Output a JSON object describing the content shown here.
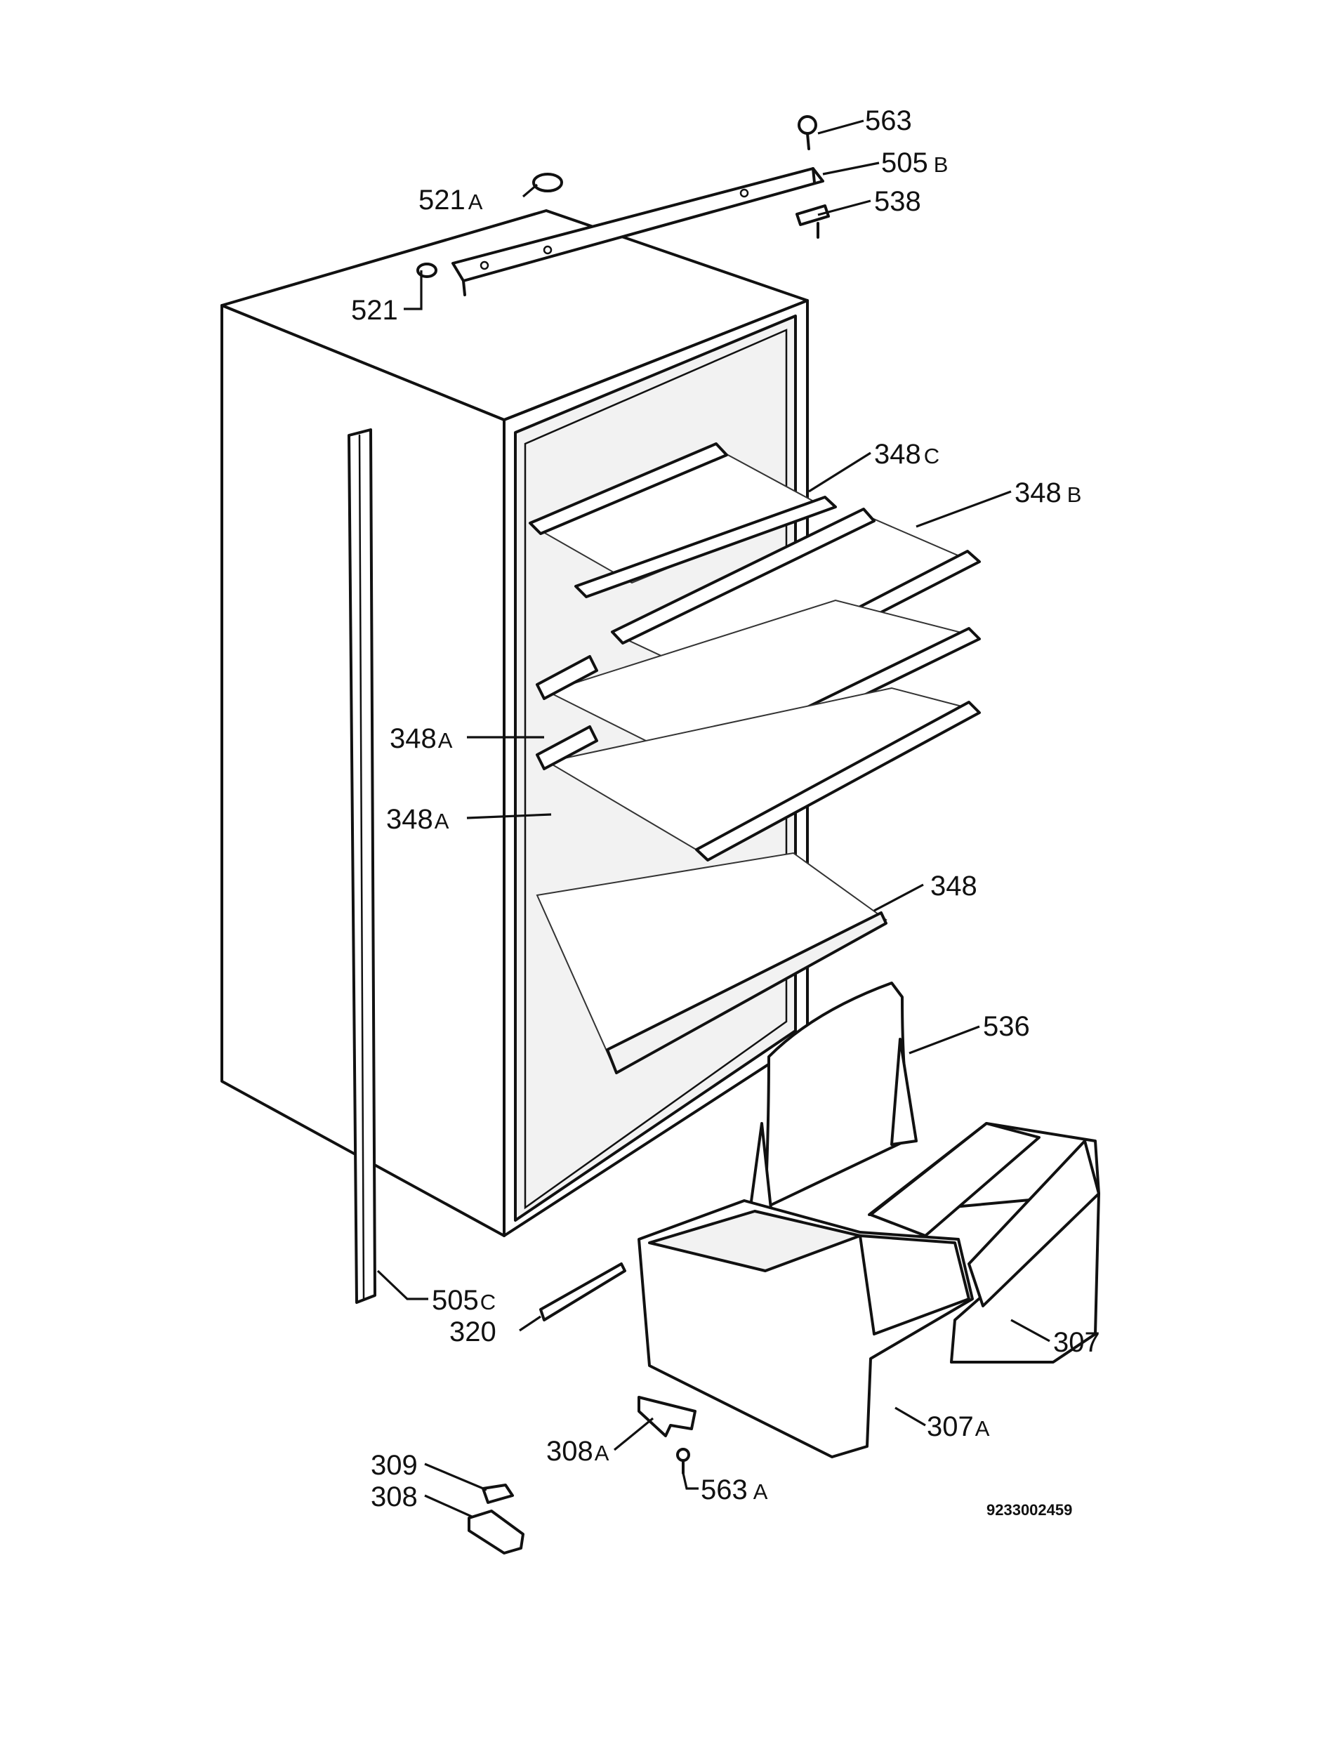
{
  "labels": {
    "p563": {
      "num": "563",
      "suffix": ""
    },
    "p505b": {
      "num": "505",
      "suffix": "B"
    },
    "p538": {
      "num": "538",
      "suffix": ""
    },
    "p521a": {
      "num": "521",
      "suffix": "A"
    },
    "p521": {
      "num": "521",
      "suffix": ""
    },
    "p348c": {
      "num": "348",
      "suffix": "C"
    },
    "p348b": {
      "num": "348",
      "suffix": "B"
    },
    "p348a_upper": {
      "num": "348",
      "suffix": "A"
    },
    "p348a_lower": {
      "num": "348",
      "suffix": "A"
    },
    "p348": {
      "num": "348",
      "suffix": ""
    },
    "p536": {
      "num": "536",
      "suffix": ""
    },
    "p505c": {
      "num": "505",
      "suffix": "C"
    },
    "p320": {
      "num": "320",
      "suffix": ""
    },
    "p307": {
      "num": "307",
      "suffix": ""
    },
    "p307a": {
      "num": "307",
      "suffix": "A"
    },
    "p308a": {
      "num": "308",
      "suffix": "A"
    },
    "p563a": {
      "num": "563",
      "suffix": "A"
    },
    "p309": {
      "num": "309",
      "suffix": ""
    },
    "p308": {
      "num": "308",
      "suffix": ""
    }
  },
  "document_number": "9233002459"
}
